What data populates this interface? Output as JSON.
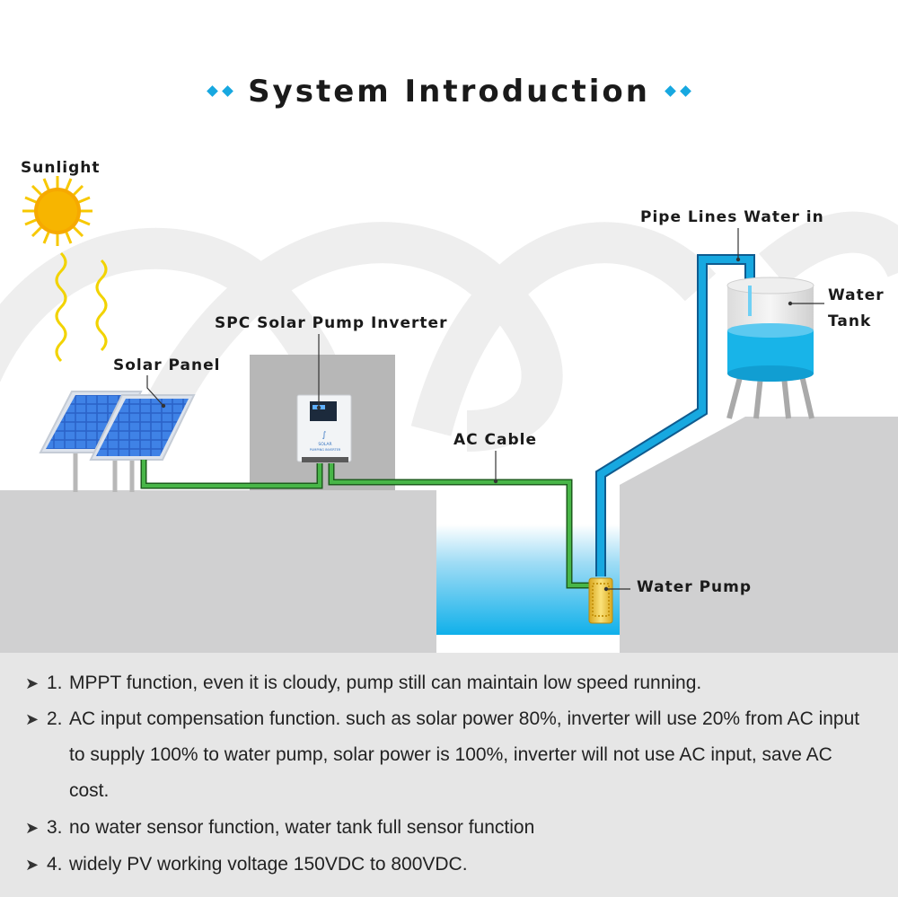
{
  "title": "System Introduction",
  "labels": {
    "sunlight": "Sunlight",
    "solar_panel": "Solar Panel",
    "inverter": "SPC Solar Pump Inverter",
    "ac_cable": "AC Cable",
    "water_pump": "Water Pump",
    "pipe_lines": "Pipe Lines Water in",
    "water_tank_line1": "Water",
    "water_tank_line2": "Tank"
  },
  "inverter_panel_text": {
    "line1": "SOLAR",
    "line2": "PUMPING INVERTER"
  },
  "features": [
    {
      "num": "1.",
      "text": "MPPT function, even it is cloudy, pump still can maintain low speed running."
    },
    {
      "num": "2.",
      "text": "AC input compensation function. such as solar power 80%, inverter will use 20% from AC input to supply 100% to water pump, solar power is 100%, inverter will not use AC input, save AC cost."
    },
    {
      "num": "3.",
      "text": "no water sensor function, water tank full sensor function"
    },
    {
      "num": "4.",
      "text": "widely PV working voltage 150VDC to 800VDC."
    }
  ],
  "colors": {
    "accent": "#17a8e0",
    "water": "#18b4e8",
    "cable": "#3aa63a",
    "ground": "#d0d0d1",
    "sun": "#f7b500",
    "feature_bg": "#e6e6e6"
  },
  "icons": [
    "sun-icon",
    "solar-panel-icon",
    "inverter-icon",
    "water-pump-icon",
    "water-tank-icon",
    "diamond-icon"
  ]
}
